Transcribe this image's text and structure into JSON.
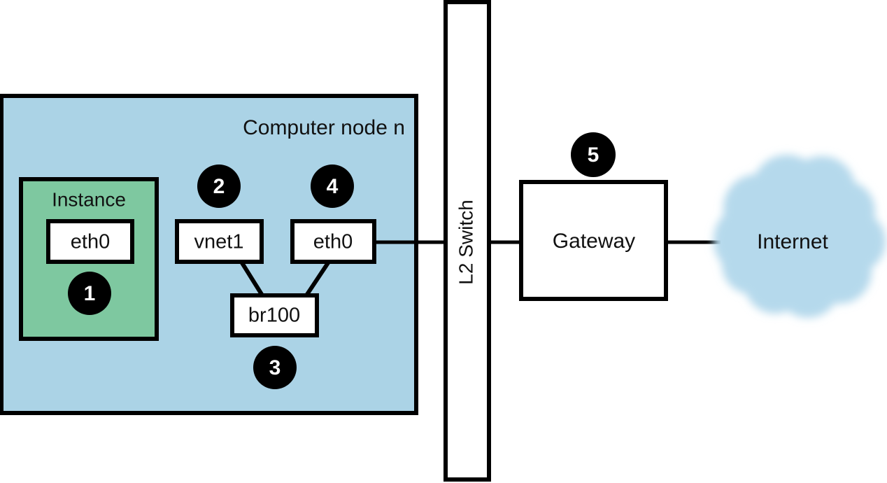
{
  "diagram": {
    "title_text": "Computer node n",
    "colors": {
      "compute_node_fill": "#abd3e6",
      "instance_fill": "#7ec8a0",
      "cloud_fill": "#b5d9ec",
      "box_fill": "#ffffff",
      "stroke": "#000000",
      "badge_fill": "#000000",
      "badge_text": "#ffffff",
      "page_background": "#ffffff"
    },
    "compute_node": {
      "label": "Computer node n",
      "instance": {
        "label": "Instance",
        "interface": {
          "label": "eth0"
        },
        "badge": {
          "number": "1"
        }
      },
      "vnet": {
        "label": "vnet1",
        "badge": {
          "number": "2"
        }
      },
      "bridge": {
        "label": "br100",
        "badge": {
          "number": "3"
        }
      },
      "host_nic": {
        "label": "eth0",
        "badge": {
          "number": "4"
        }
      }
    },
    "switch": {
      "label": "L2 Switch",
      "orientation": "vertical"
    },
    "gateway": {
      "label": "Gateway",
      "badge": {
        "number": "5"
      }
    },
    "internet": {
      "label": "Internet",
      "shape": "cloud"
    },
    "connections": [
      {
        "from": "vnet1",
        "to": "br100"
      },
      {
        "from": "br100",
        "to": "eth0-host"
      },
      {
        "from": "eth0-host",
        "to": "L2 Switch"
      },
      {
        "from": "L2 Switch",
        "to": "Gateway"
      },
      {
        "from": "Gateway",
        "to": "Internet"
      }
    ]
  }
}
